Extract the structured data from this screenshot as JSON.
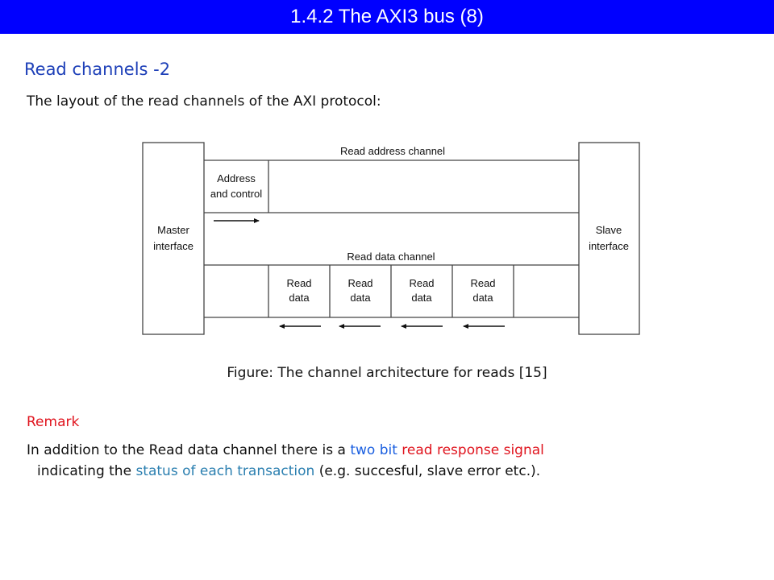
{
  "header": {
    "title": "1.4.2 The AXI3 bus (8)"
  },
  "subtitle": "Read channels -2",
  "intro": "The layout of the read channels of the AXI protocol:",
  "diagram": {
    "read_address_channel": "Read address channel",
    "read_data_channel": "Read data channel",
    "master_line1": "Master",
    "master_line2": "interface",
    "slave_line1": "Slave",
    "slave_line2": "interface",
    "address_line1": "Address",
    "address_line2": "and control",
    "read_data_cells": [
      {
        "line1": "Read",
        "line2": "data"
      },
      {
        "line1": "Read",
        "line2": "data"
      },
      {
        "line1": "Read",
        "line2": "data"
      },
      {
        "line1": "Read",
        "line2": "data"
      }
    ]
  },
  "caption": "Figure: The channel architecture for reads [15]",
  "remark": {
    "heading": "Remark",
    "part1": "In addition to the Read data channel there is a ",
    "part2": "two bit",
    "part3": " read response signal",
    "part4": "indicating the ",
    "part5": "status of each transaction",
    "part6": " (e.g. succesful, slave error etc.)."
  },
  "colors": {
    "title_bar": "#0000ff",
    "subtitle": "#1e40b8",
    "red": "#e0141e",
    "blue": "#1a5fe0",
    "teal": "#2b7fb0"
  }
}
